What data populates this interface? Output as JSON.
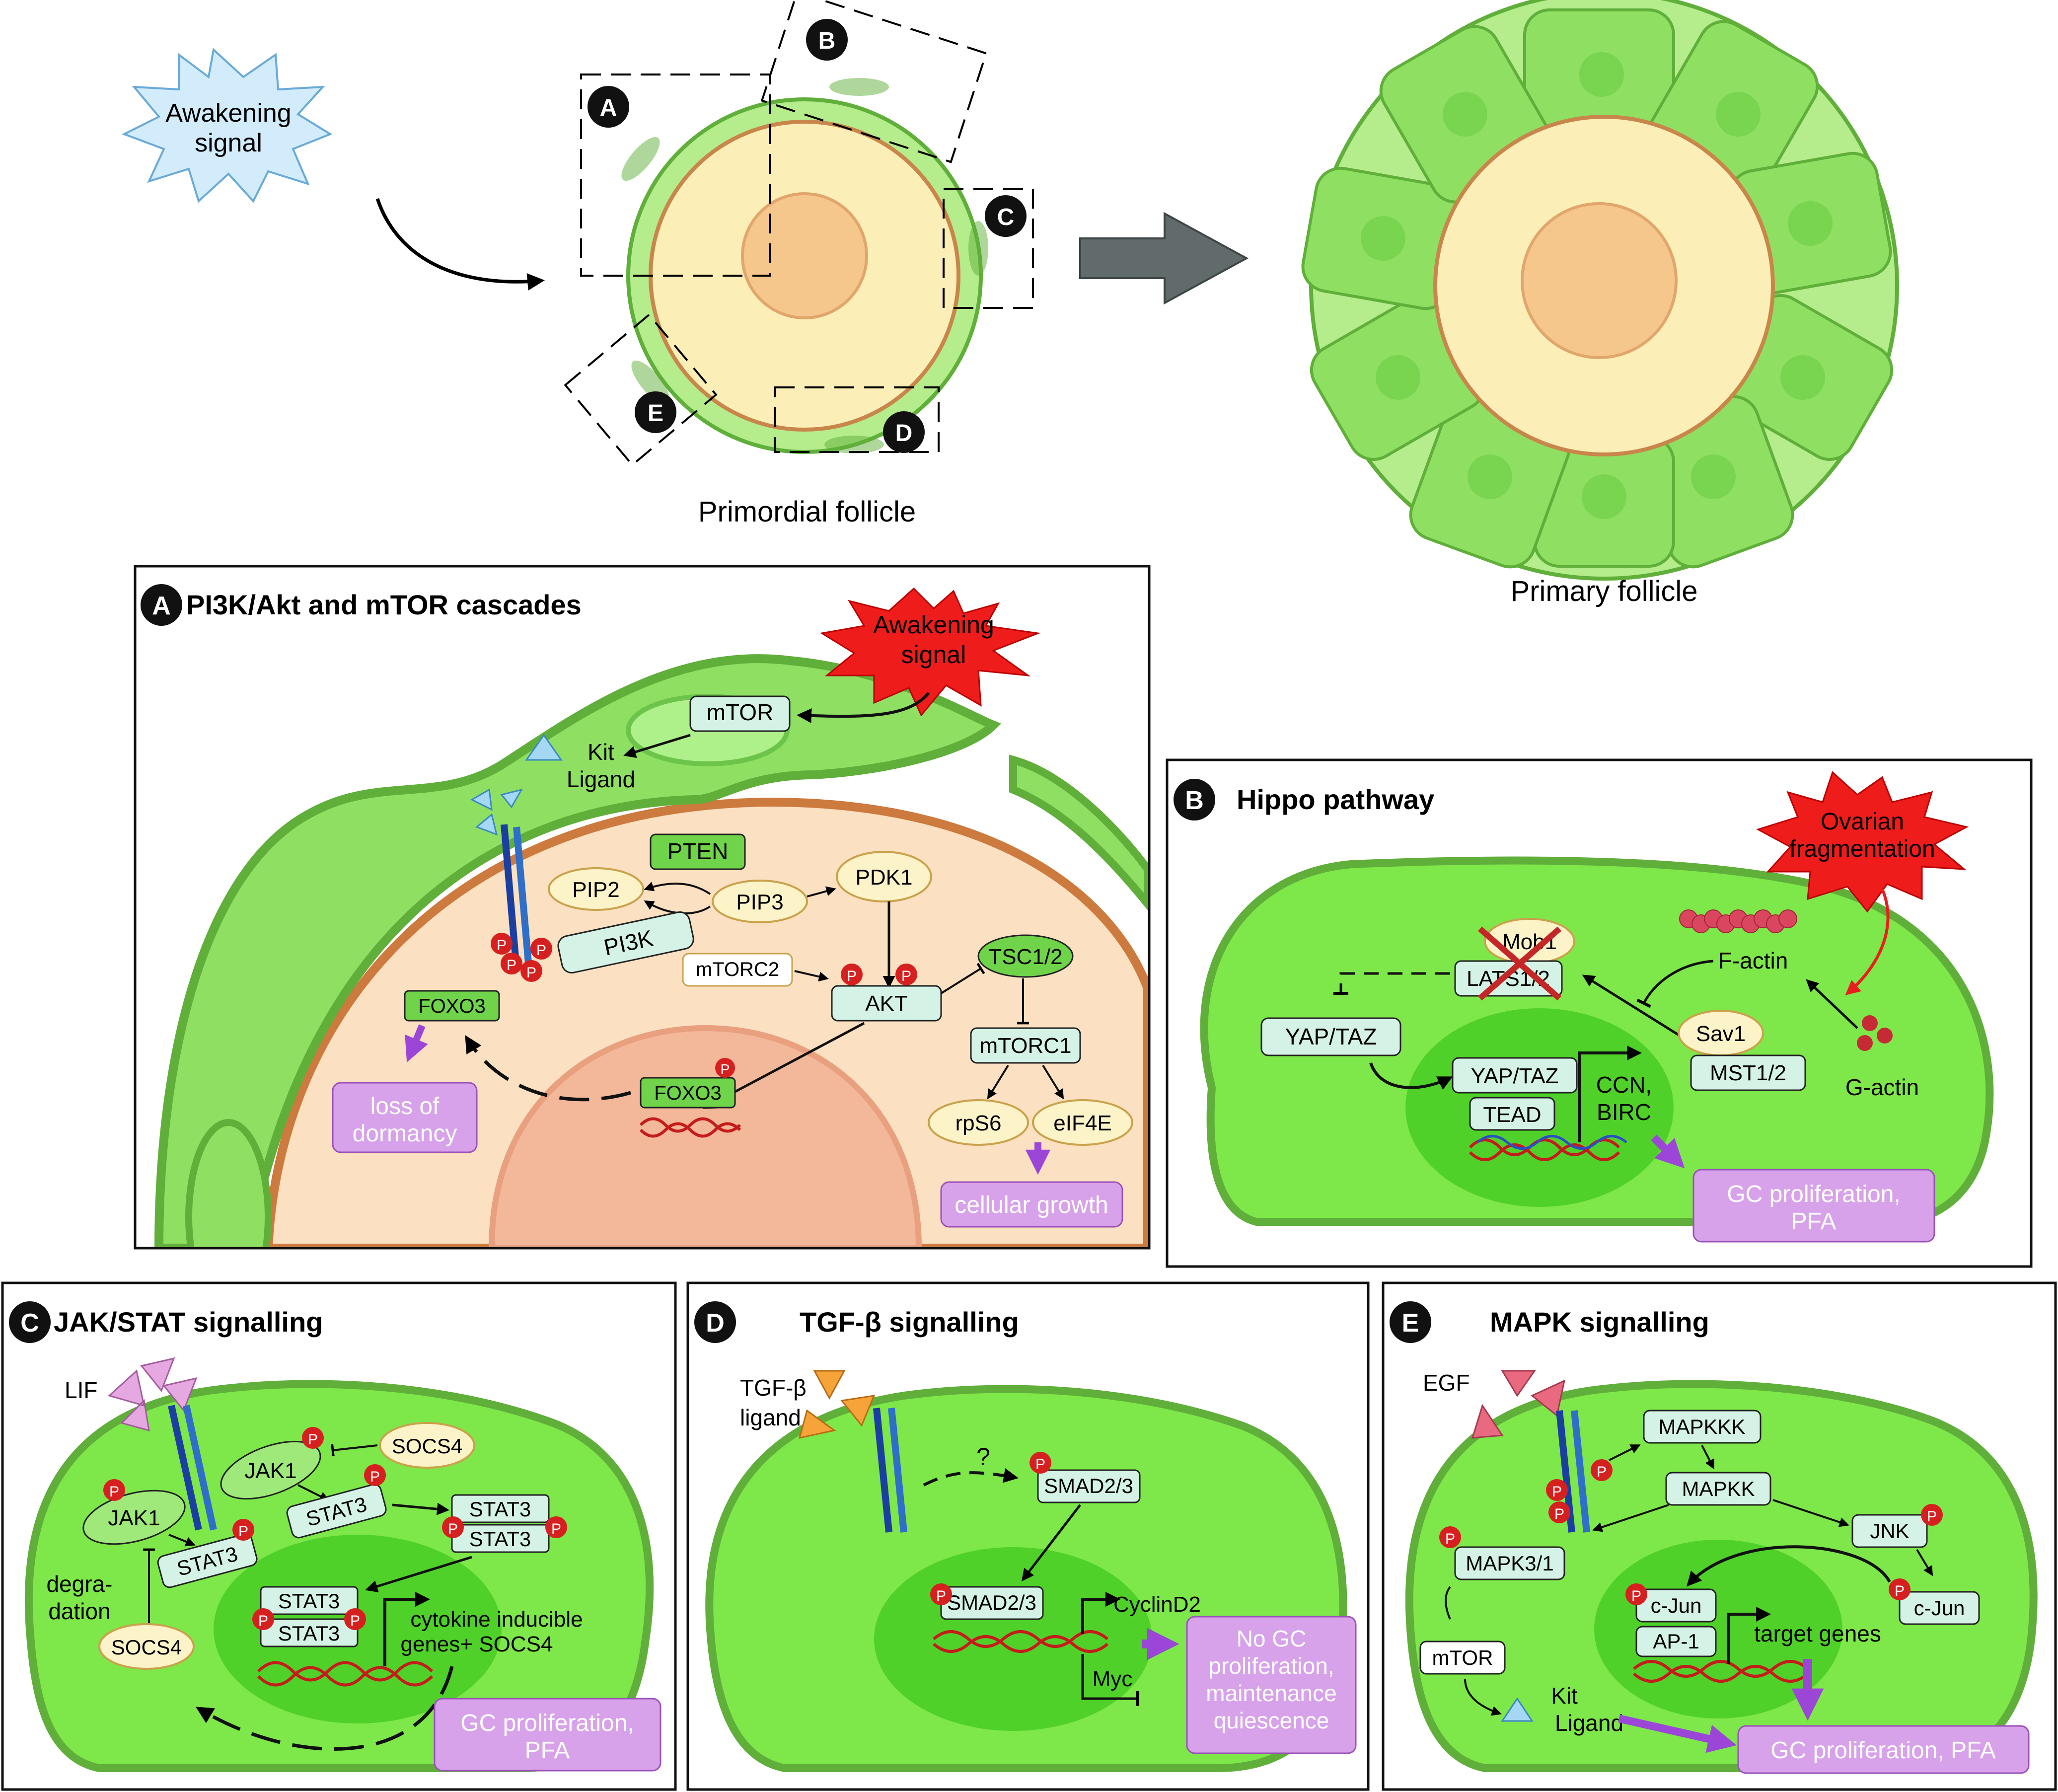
{
  "overview": {
    "signal": [
      "Awakening",
      "signal"
    ],
    "markers": [
      "A",
      "B",
      "C",
      "D",
      "E"
    ],
    "primordial_label": "Primordial follicle",
    "primary_label": "Primary follicle"
  },
  "panel_a": {
    "letter": "A",
    "title": "PI3K/Akt and mTOR cascades",
    "signal": [
      "Awakening",
      "signal"
    ],
    "mtor": "mTOR",
    "kit_ligand": [
      "Kit",
      "Ligand"
    ],
    "pten": "PTEN",
    "pip2": "PIP2",
    "pip3": "PIP3",
    "pdk1": "PDK1",
    "pi3k": "PI3K",
    "mtorc2": "mTORC2",
    "akt": "AKT",
    "tsc": "TSC1/2",
    "mtorc1": "mTORC1",
    "rps6": "rpS6",
    "eif4e": "eIF4E",
    "foxo3_cyto": "FOXO3",
    "foxo3_nuc": "FOXO3",
    "loss": [
      "loss of",
      "dormancy"
    ],
    "growth": "cellular growth",
    "p": "P"
  },
  "panel_b": {
    "letter": "B",
    "title": "Hippo pathway",
    "signal": [
      "Ovarian",
      "fragmentation"
    ],
    "mob1": "Mob1",
    "lats": "LATS1/2",
    "yap_cyto": "YAP/TAZ",
    "yap_nuc": "YAP/TAZ",
    "tead": "TEAD",
    "genes": [
      "CCN,",
      "BIRC"
    ],
    "sav1": "Sav1",
    "mst": "MST1/2",
    "factin": "F-actin",
    "gactin": "G-actin",
    "outcome": [
      "GC proliferation,",
      "PFA"
    ]
  },
  "panel_c": {
    "letter": "C",
    "title": "JAK/STAT signalling",
    "lif": "LIF",
    "jak1_a": "JAK1",
    "jak1_b": "JAK1",
    "socs4_a": "SOCS4",
    "socs4_b": "SOCS4",
    "stat3": "STAT3",
    "degradation": [
      "degra-",
      "dation"
    ],
    "genes": [
      "cytokine inducible",
      "genes+ SOCS4"
    ],
    "outcome": [
      "GC proliferation,",
      "PFA"
    ],
    "p": "P"
  },
  "panel_d": {
    "letter": "D",
    "title": "TGF-β signalling",
    "ligand": [
      "TGF-β",
      "ligand"
    ],
    "question": "?",
    "smad_cyto": "SMAD2/3",
    "smad_nuc": "SMAD2/3",
    "cyclin": "CyclinD2",
    "myc": "Myc",
    "outcome": [
      "No GC",
      "proliferation,",
      "maintenance",
      "quiescence"
    ],
    "p": "P"
  },
  "panel_e": {
    "letter": "E",
    "title": "MAPK signalling",
    "egf": "EGF",
    "mapkkk": "MAPKKK",
    "mapkk": "MAPKK",
    "jnk": "JNK",
    "mapk31": "MAPK3/1",
    "mtor": "mTOR",
    "kit_ligand": [
      "Kit",
      "Ligand"
    ],
    "cjun_nuc": "c-Jun",
    "ap1": "AP-1",
    "cjun_cyto": "c-Jun",
    "genes": "target genes",
    "outcome": "GC proliferation, PFA",
    "p": "P"
  },
  "colors": {
    "cell_fill": "#7ee74a",
    "cell_edge": "#5faf3a",
    "nucleus": "#4fd12a",
    "gc_light": "#b5ec8c",
    "oocyte": "#fbefb7",
    "oocyte_nucleus": "#f6c78c",
    "outcome_box": "#d7a2ea",
    "signal_red": "#ef1c1c",
    "signal_blue": "#d3ecfb",
    "phospho": "#d62020"
  }
}
